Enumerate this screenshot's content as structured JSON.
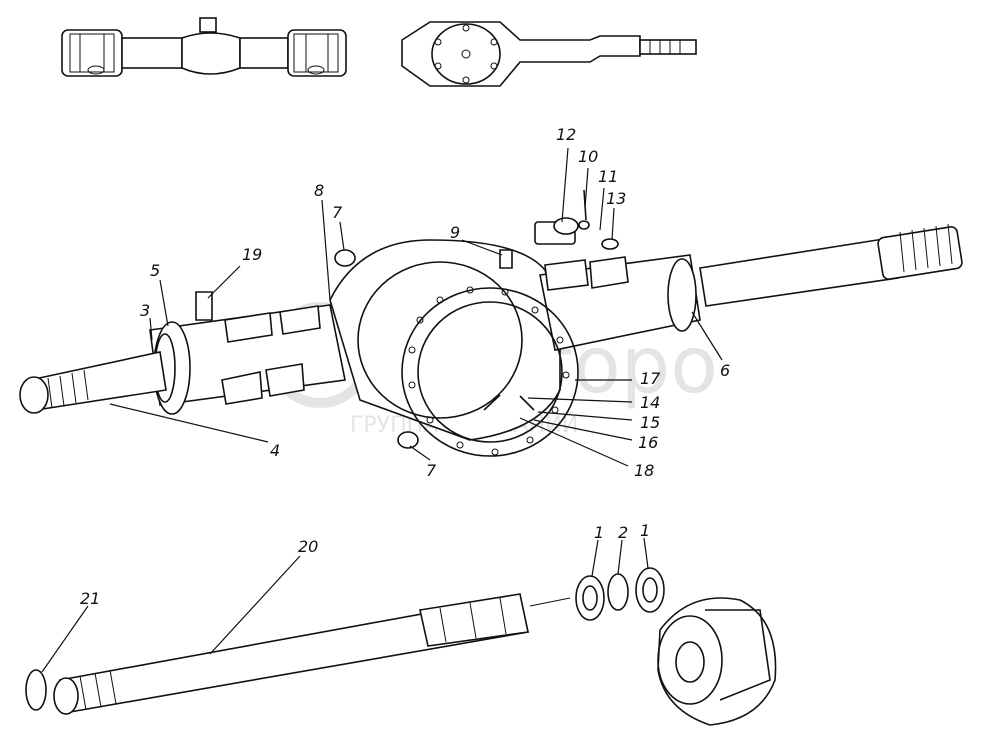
{
  "watermark": {
    "brand": "Секторо",
    "subtitle": "ГРУППА КОМПАНИЙ"
  },
  "callouts": [
    {
      "id": "c12",
      "text": "12"
    },
    {
      "id": "c10",
      "text": "10"
    },
    {
      "id": "c11",
      "text": "11"
    },
    {
      "id": "c13",
      "text": "13"
    },
    {
      "id": "c8",
      "text": "8"
    },
    {
      "id": "c7a",
      "text": "7"
    },
    {
      "id": "c9",
      "text": "9"
    },
    {
      "id": "c19",
      "text": "19"
    },
    {
      "id": "c5",
      "text": "5"
    },
    {
      "id": "c3",
      "text": "3"
    },
    {
      "id": "c4",
      "text": "4"
    },
    {
      "id": "c6",
      "text": "6"
    },
    {
      "id": "c17",
      "text": "17"
    },
    {
      "id": "c14",
      "text": "14"
    },
    {
      "id": "c15",
      "text": "15"
    },
    {
      "id": "c16",
      "text": "16"
    },
    {
      "id": "c18",
      "text": "18"
    },
    {
      "id": "c7b",
      "text": "7"
    },
    {
      "id": "c20",
      "text": "20"
    },
    {
      "id": "c21",
      "text": "21"
    },
    {
      "id": "c1a",
      "text": "1"
    },
    {
      "id": "c2",
      "text": "2"
    },
    {
      "id": "c1b",
      "text": "1"
    }
  ]
}
